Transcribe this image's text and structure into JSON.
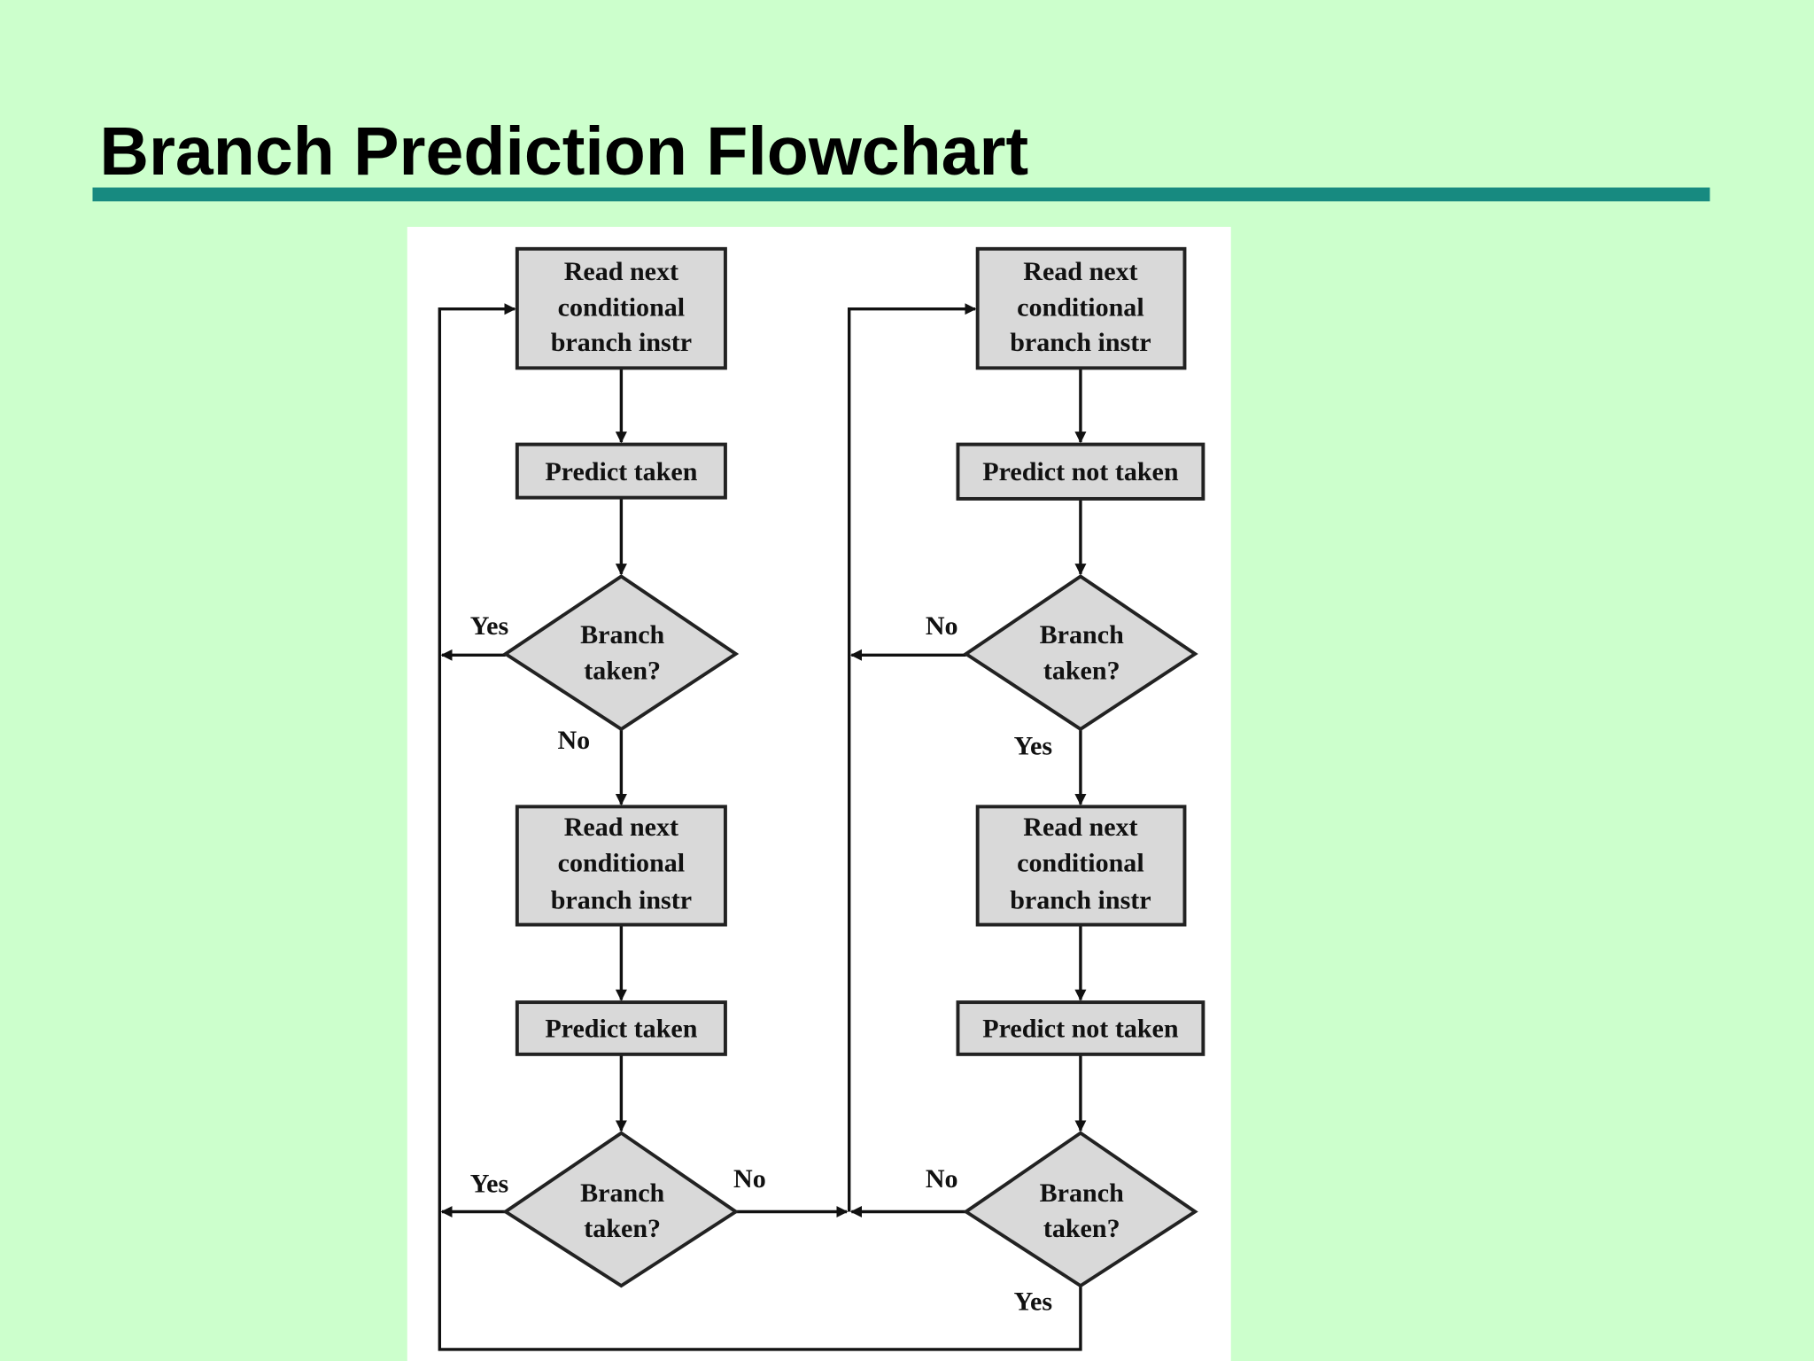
{
  "slide": {
    "title": "Branch Prediction Flowchart",
    "colors": {
      "background": "#ccffcc",
      "rule": "#178a80",
      "box_fill": "#d9d9d9",
      "panel": "#ffffff"
    }
  },
  "flowchart": {
    "read_box": [
      "Read next",
      "conditional",
      "branch instr"
    ],
    "predict_taken": "Predict taken",
    "predict_not_taken": "Predict not taken",
    "decision": [
      "Branch",
      "taken?"
    ],
    "yes": "Yes",
    "no": "No"
  }
}
